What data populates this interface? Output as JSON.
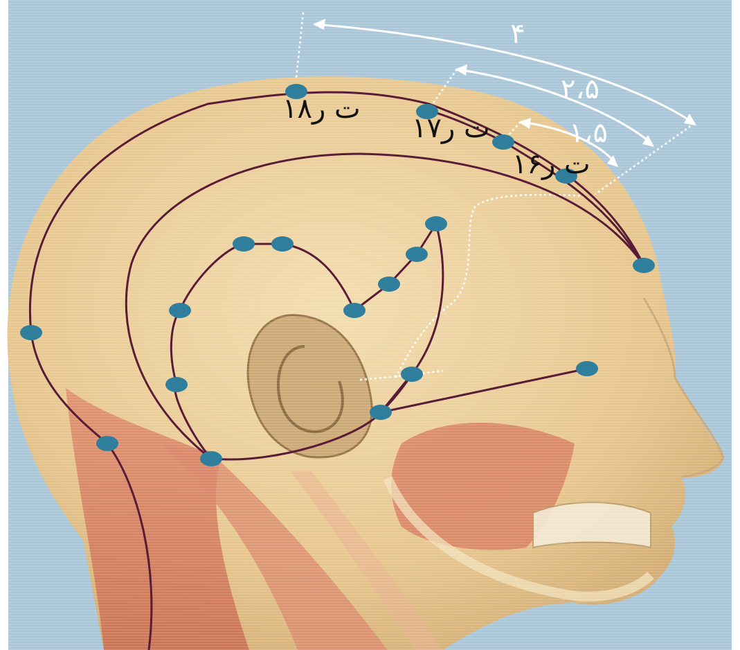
{
  "labels": {
    "point_18": "ت ر۱۸",
    "point_17": "ت ر۱۷",
    "point_16": "ت ر۱۶"
  },
  "measurements": {
    "outer": "۴",
    "middle": "۲،۵",
    "inner": "۱،۵"
  },
  "colors": {
    "background": "#a9c6d8",
    "skin": "#e9cd97",
    "muscle": "#d77f62",
    "meridian_line": "#5a1b36",
    "acupoint": "#2f7f9c",
    "guide_line": "#ffffff"
  }
}
